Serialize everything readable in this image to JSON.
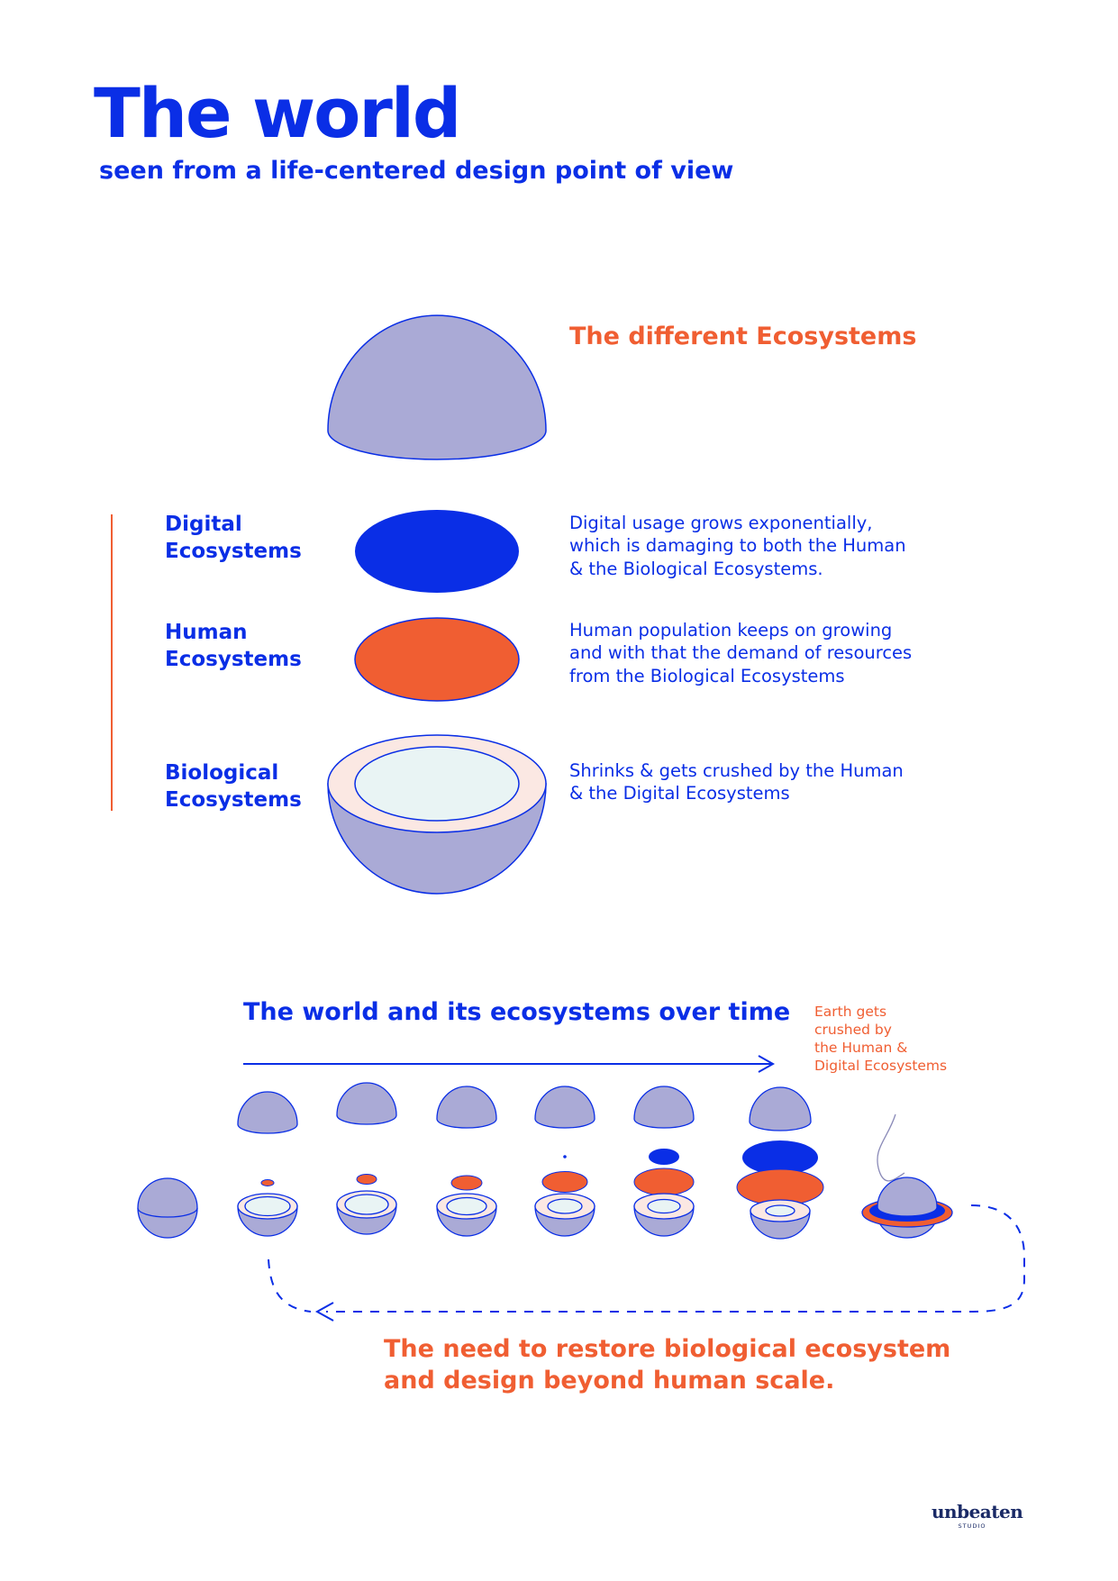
{
  "header": {
    "title": "The world",
    "subtitle": "seen from a life-centered design point of view"
  },
  "ecosystems": {
    "heading": "The different Ecosystems",
    "items": [
      {
        "label_lines": [
          "Digital",
          "Ecosystems"
        ],
        "description_lines": [
          "Digital usage grows exponentially,",
          "which is damaging to both the Human",
          "& the Biological Ecosystems."
        ]
      },
      {
        "label_lines": [
          "Human",
          "Ecosystems"
        ],
        "description_lines": [
          "Human population keeps on growing",
          "and with that the demand of resources",
          "from the Biological Ecosystems"
        ]
      },
      {
        "label_lines": [
          "Biological",
          "Ecosystems"
        ],
        "description_lines": [
          "Shrinks & gets crushed by the Human",
          "& the Digital Ecosystems"
        ]
      }
    ]
  },
  "timeline": {
    "heading": "The world and its ecosystems over time",
    "note_lines": [
      "Earth gets",
      "crushed by",
      "the Human &",
      "Digital Ecosystems"
    ],
    "restore_lines": [
      "The need to restore biological ecosystem",
      "and design beyond human scale."
    ]
  },
  "logo": {
    "name": "unbeaten",
    "sub": "STUDIO"
  },
  "colors": {
    "blue": "#0a2ee6",
    "orange": "#f05e32",
    "lavender": "#aaaad6",
    "pink": "#fbe8e3",
    "mint": "#e9f4f4"
  }
}
